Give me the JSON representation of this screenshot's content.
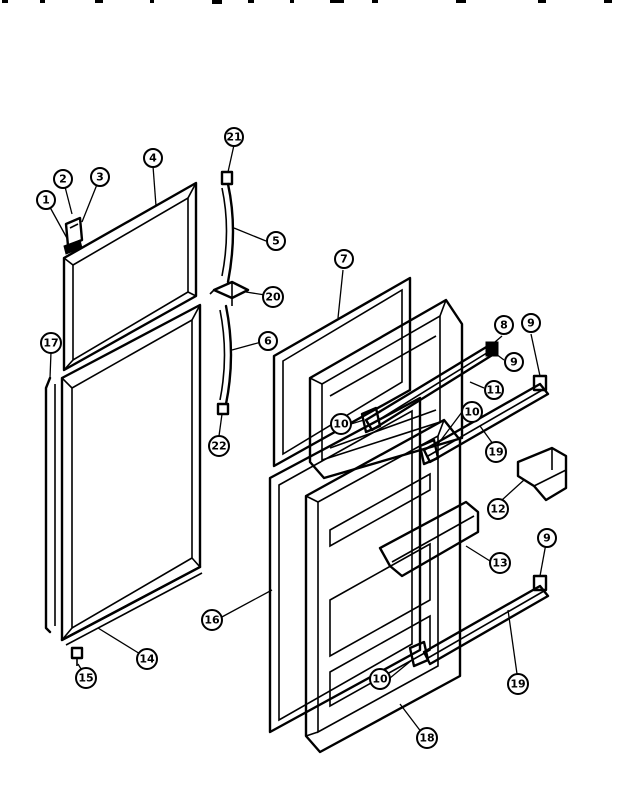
{
  "callouts": {
    "c1": "1",
    "c2": "2",
    "c3": "3",
    "c4": "4",
    "c5": "5",
    "c6": "6",
    "c7": "7",
    "c8": "8",
    "c9a": "9",
    "c9b": "9",
    "c9c": "9",
    "c10a": "10",
    "c10b": "10",
    "c10c": "10",
    "c11": "11",
    "c12": "12",
    "c13": "13",
    "c14": "14",
    "c15": "15",
    "c16": "16",
    "c17": "17",
    "c18": "18",
    "c19a": "19",
    "c19b": "19",
    "c20": "20",
    "c21": "21",
    "c22": "22"
  }
}
